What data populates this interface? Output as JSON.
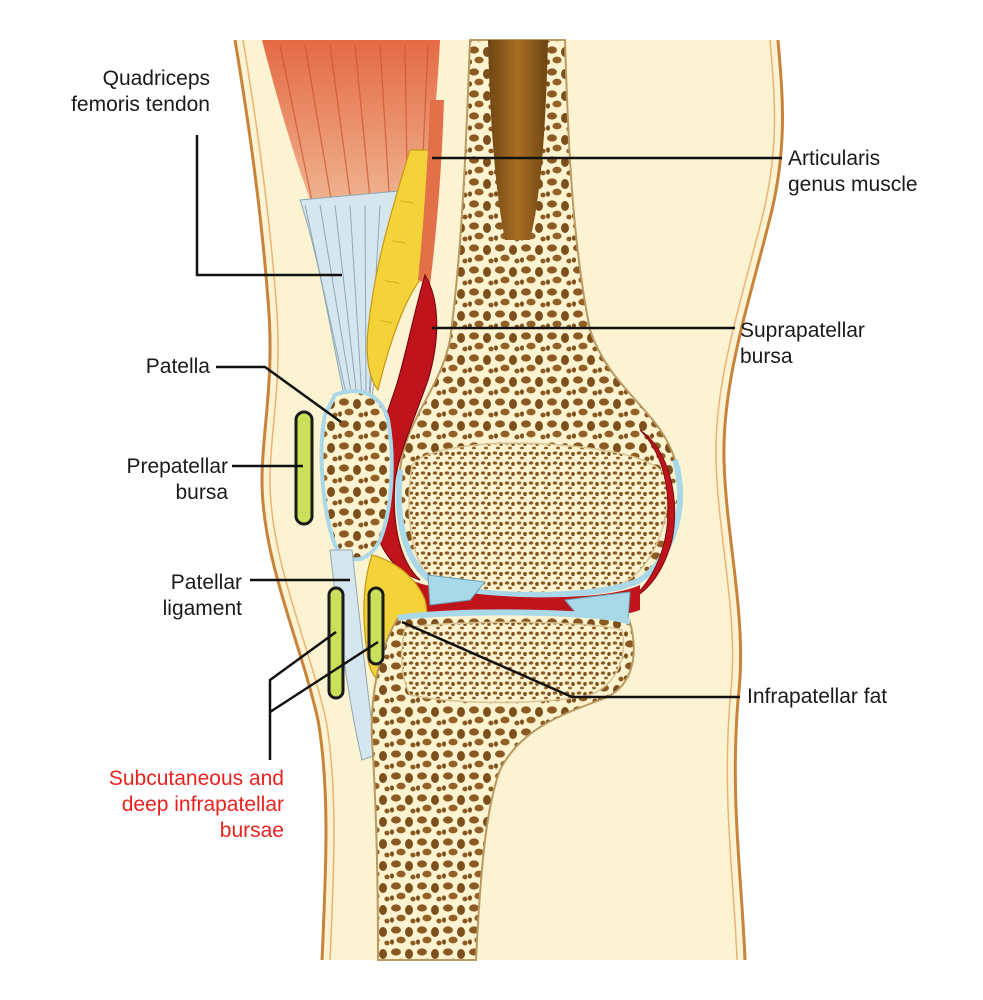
{
  "labels": {
    "quadriceps_tendon": "Quadriceps\nfemoris tendon",
    "articularis_genus": "Articularis\ngenus muscle",
    "suprapatellar_bursa": "Suprapatellar\nbursa",
    "patella": "Patella",
    "prepatellar_bursa": "Prepatellar\nbursa",
    "patellar_ligament": "Patellar\nligament",
    "infrapatellar_fat": "Infrapatellar fat",
    "infrapatellar_bursae": "Subcutaneous and\ndeep infrapatellar\nbursae"
  },
  "colors": {
    "skin": "#fbf3d2",
    "skin_edge": "#c8843c",
    "bone_shell": "#fdf5d8",
    "bone_pores": "#8a5a22",
    "marrow": "#9a6320",
    "tendon": "#d6e6ee",
    "tendon_lines": "#8fa8b6",
    "muscle": "#e2714a",
    "fat": "#f4d23a",
    "bursa_red": "#c0141c",
    "cartilage": "#a9d8e8",
    "bursa_green": "#c8e05a",
    "leader": "#111111",
    "highlight_label": "#e8231f"
  }
}
